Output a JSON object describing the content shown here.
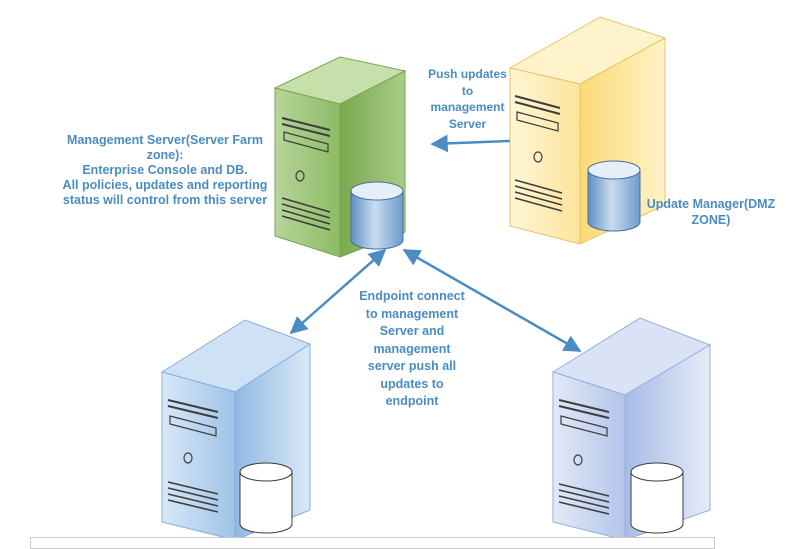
{
  "diagram": {
    "management_server": {
      "label": "Management Server(Server Farm zone):\nEnterprise Console and DB.\nAll policies, updates and reporting status will control from this server",
      "color": "#8dbb65"
    },
    "update_manager": {
      "label": "Update Manager(DMZ ZONE)",
      "color": "#fde9a3"
    },
    "push_updates": {
      "label": "Push updates\nto\nmanagement\nServer"
    },
    "endpoint_connect": {
      "label": "Endpoint connect\nto management\nServer and\nmanagement\nserver push  all\nupdates to\nendpoint"
    },
    "endpoint_servers": [
      {
        "color": "#a9c9ea"
      },
      {
        "color": "#b9cbea"
      }
    ],
    "colors": {
      "arrow": "#4a8cc4",
      "label_text": "#4a8cc4",
      "database": "#7ba7d4",
      "database_endpoint": "#ffffff"
    }
  }
}
